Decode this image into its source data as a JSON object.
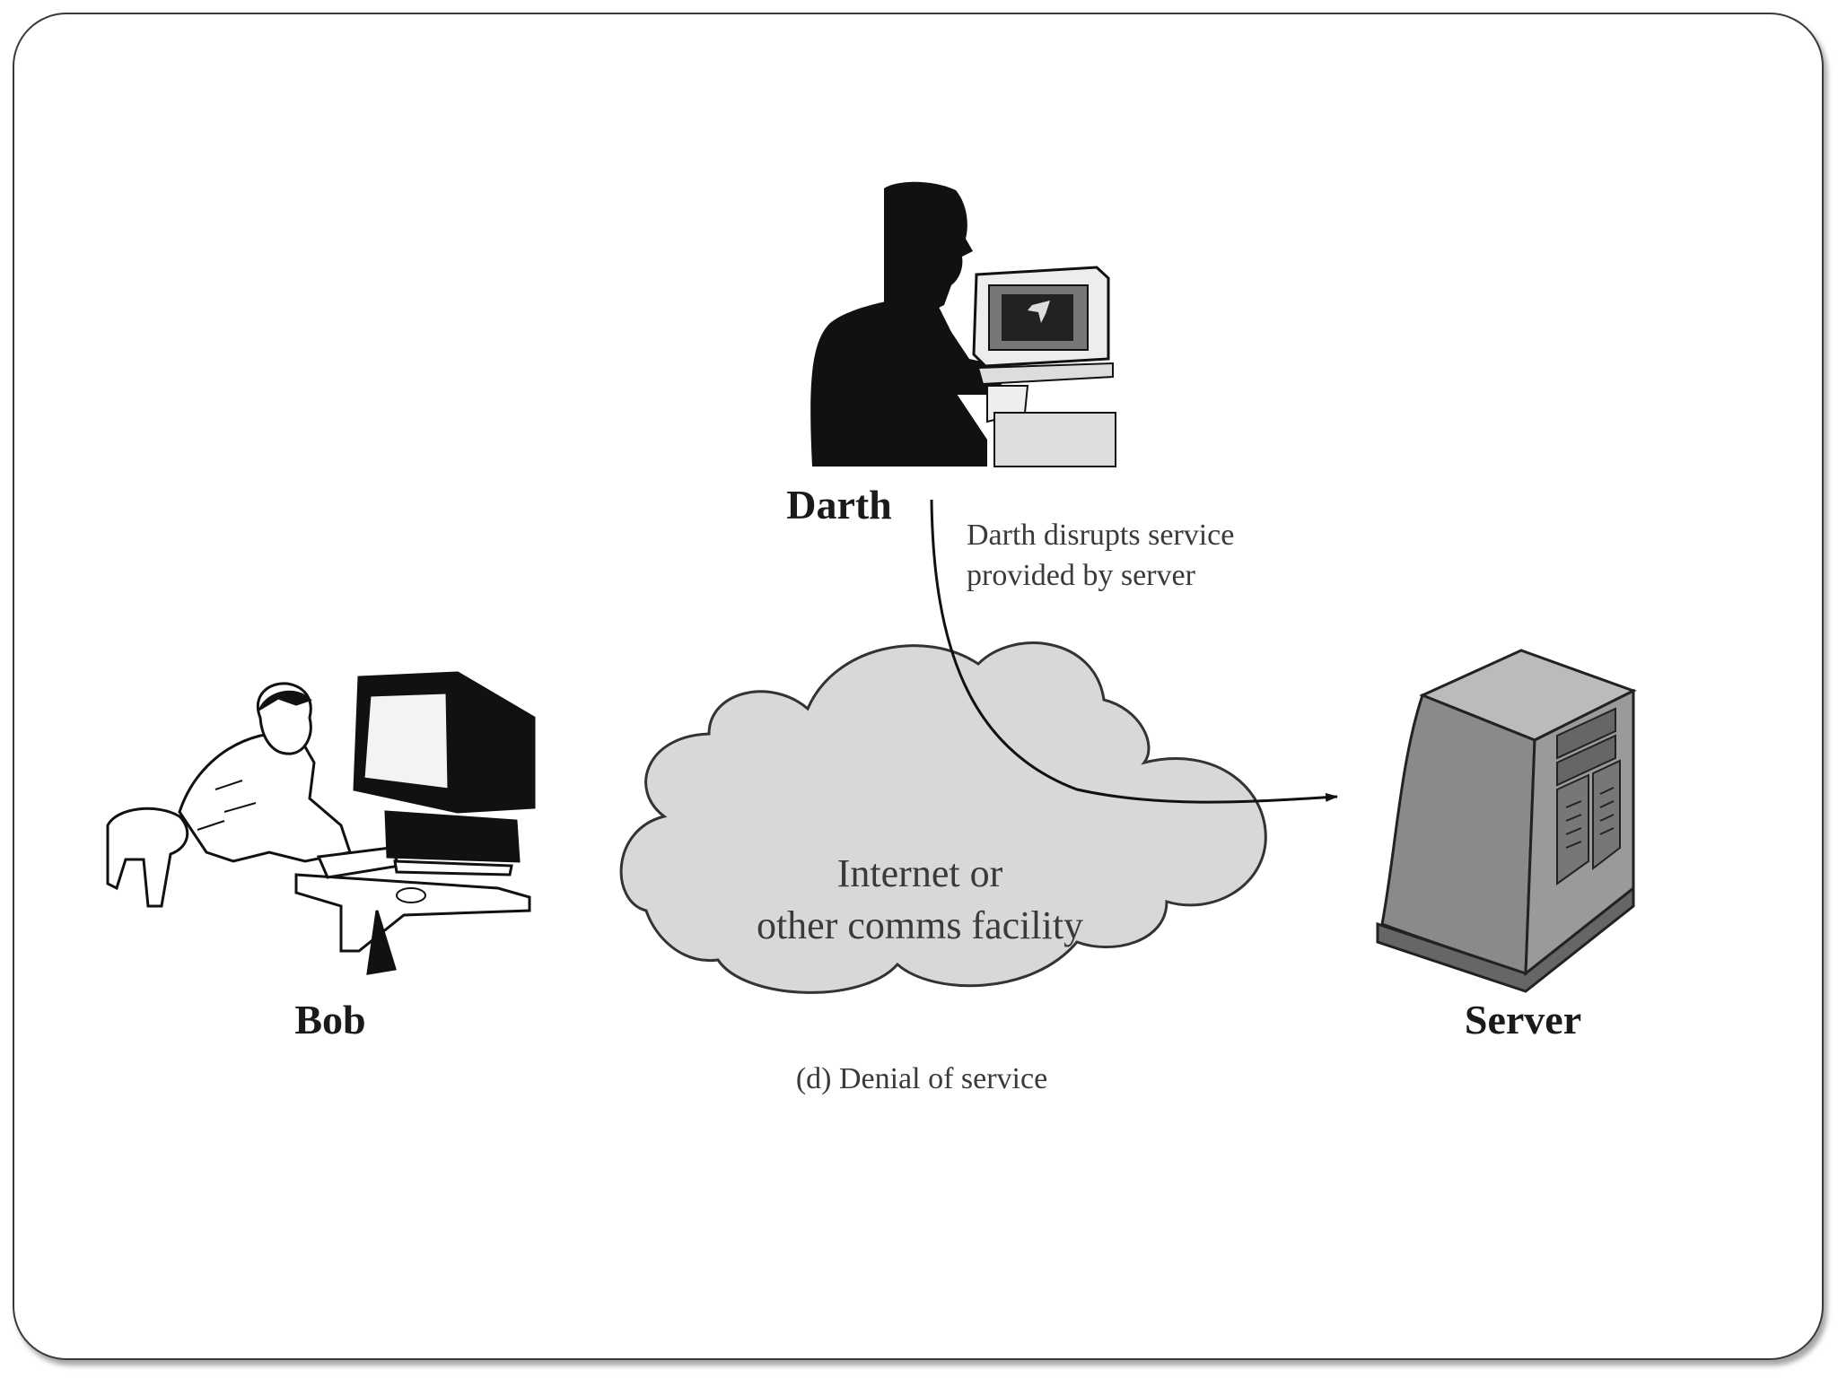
{
  "labels": {
    "darth": "Darth",
    "bob": "Bob",
    "server": "Server"
  },
  "annotation": {
    "line1": "Darth disrupts service",
    "line2": "provided by server"
  },
  "cloud": {
    "line1": "Internet or",
    "line2": "other comms facility"
  },
  "caption": "(d) Denial of service",
  "icons": {
    "darth": "attacker-at-computer-icon",
    "bob": "user-at-computer-icon",
    "server": "server-tower-icon",
    "network": "cloud-icon"
  }
}
